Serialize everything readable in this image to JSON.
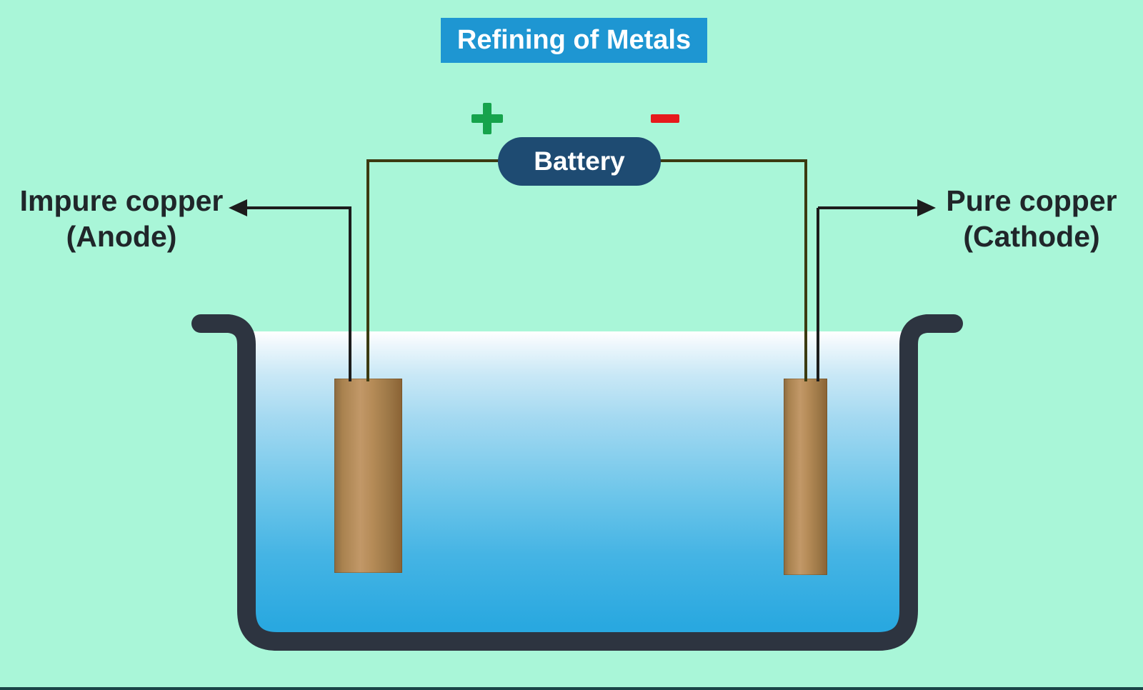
{
  "title": "Refining of Metals",
  "battery": {
    "label": "Battery",
    "positive_terminal": "+",
    "negative_terminal": "−"
  },
  "labels": {
    "anode": {
      "line1": "Impure copper",
      "line2": "(Anode)"
    },
    "cathode": {
      "line1": "Pure copper",
      "line2": "(Cathode)"
    }
  },
  "colors": {
    "background": "#a9f6d8",
    "title_background": "#1e96d2",
    "title_text": "#ffffff",
    "battery_background": "#1e4b72",
    "battery_text": "#ffffff",
    "positive_symbol": "#16a34c",
    "negative_symbol": "#e61a1c",
    "tank_wall": "#2d3440",
    "water_surface": "#ffffff",
    "water_deep": "#29a8e0",
    "electrode_copper": "#b08a56",
    "wire": "#3b3a11",
    "pointer_line": "#1c1c1c",
    "label_text": "#20262a",
    "bottom_border": "#1a4547"
  }
}
